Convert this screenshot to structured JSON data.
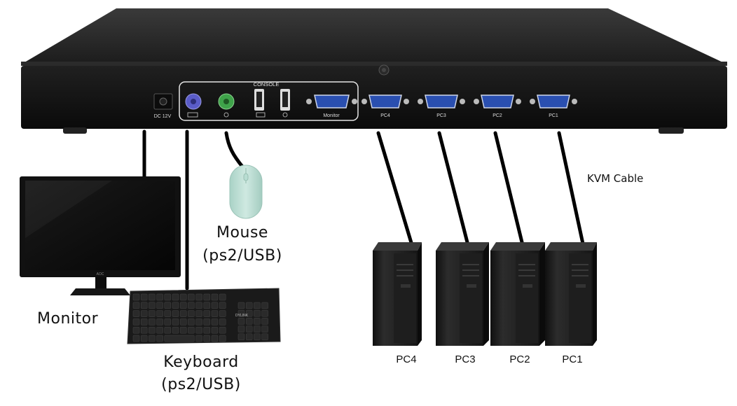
{
  "panel": {
    "console_label": "CONSOLE",
    "dc_label": "DC 12V",
    "monitor_port_label": "Monitor",
    "pc_ports": [
      "PC4",
      "PC3",
      "PC2",
      "PC1"
    ]
  },
  "labels": {
    "kvm_cable": "KVM Cable",
    "mouse": "Mouse",
    "mouse_sub": "(ps2/USB)",
    "monitor": "Monitor",
    "keyboard": "Keyboard",
    "keyboard_sub": "(ps2/USB)",
    "keyboard_brand": "DYLINK",
    "monitor_brand": "AOC"
  },
  "pcs": [
    "PC4",
    "PC3",
    "PC2",
    "PC1"
  ],
  "colors": {
    "chassis": "#141414",
    "vga_blue": "#2a4fb0",
    "ps2_keyboard": "#5a5cc8",
    "ps2_mouse": "#3fa34a",
    "mouse_body": "#bfe0d6",
    "cable": "#000000"
  }
}
